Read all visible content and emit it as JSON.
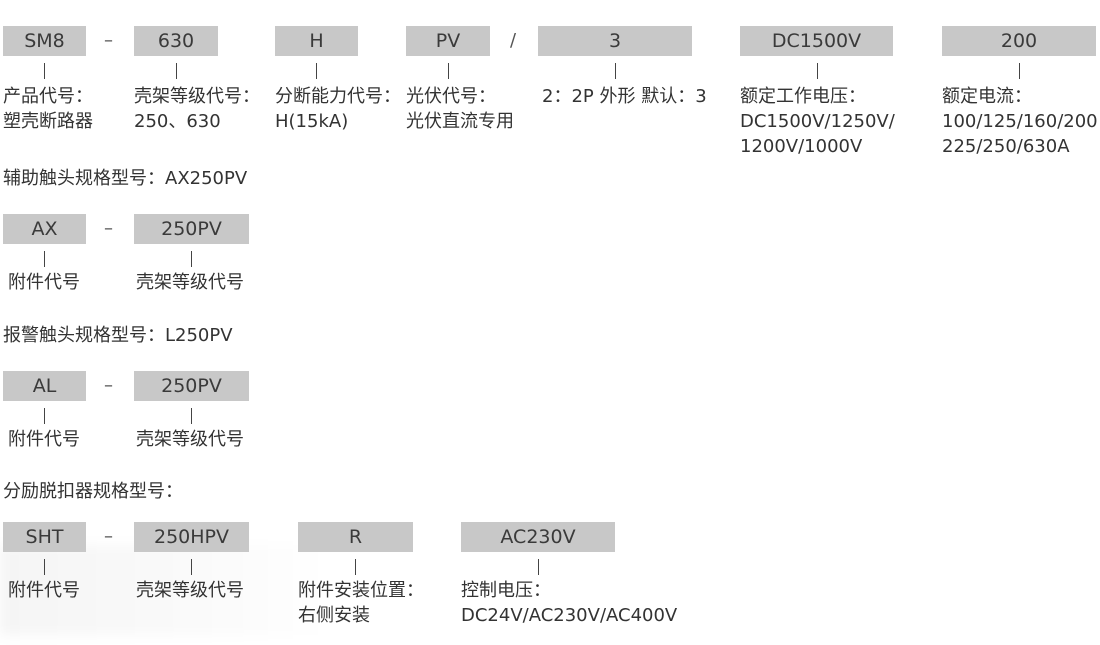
{
  "main": {
    "seg_sm8": "SM8",
    "dash": "–",
    "seg_630": "630",
    "seg_h": "H",
    "seg_pv": "PV",
    "slash": "/",
    "seg_3": "3",
    "seg_dc": "DC1500V",
    "seg_200": "200",
    "d1_l1": "产品代号：",
    "d1_l2": "塑壳断路器",
    "d2_l1": "壳架等级代号：",
    "d2_l2": "250、630",
    "d3_l1": "分断能力代号：",
    "d3_l2": "H(15kA)",
    "d4_l1": "光伏代号：",
    "d4_l2": "光伏直流专用",
    "d5_l1": "2：2P 外形  默认：3",
    "d6_l1": "额定工作电压：",
    "d6_l2": "DC1500V/1250V/",
    "d6_l3": "1200V/1000V",
    "d7_l1": "额定电流：",
    "d7_l2": "100/125/160/200",
    "d7_l3": "225/250/630A"
  },
  "aux": {
    "heading": "辅助触头规格型号：AX250PV",
    "seg1": "AX",
    "seg2": "250PV",
    "d1": "附件代号",
    "d2": "壳架等级代号"
  },
  "alarm": {
    "heading": "报警触头规格型号：L250PV",
    "seg1": "AL",
    "seg2": "250PV",
    "d1": "附件代号",
    "d2": "壳架等级代号"
  },
  "shunt": {
    "heading": "分励脱扣器规格型号：",
    "seg1": "SHT",
    "seg2": "250HPV",
    "seg3": "R",
    "seg4": "AC230V",
    "d1": "附件代号",
    "d2": "壳架等级代号",
    "d3_l1": "附件安装位置：",
    "d3_l2": "右侧安装",
    "d4_l1": "控制电压：",
    "d4_l2": "DC24V/AC230V/AC400V"
  },
  "colors": {
    "box_bg": "#c8c8c8",
    "text": "#333333"
  }
}
